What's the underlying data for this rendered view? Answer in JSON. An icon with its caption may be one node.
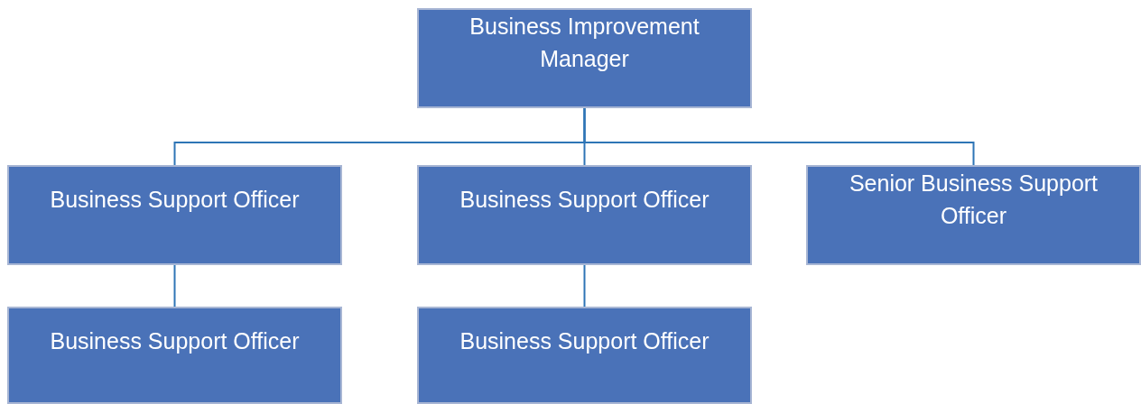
{
  "diagram": {
    "nodes": [
      {
        "text": [
          "Business Improvement Manager"
        ]
      },
      {
        "text": [
          "Business Support Officer"
        ]
      },
      {
        "text": [
          "Business Support Officer"
        ]
      },
      {
        "text": [
          "Senior Business Support Officer"
        ]
      },
      {
        "text": [
          "Business Support Officer"
        ]
      },
      {
        "text": [
          "Business Support Officer"
        ]
      }
    ],
    "edges": [
      {
        "from": 0,
        "to": 1,
        "arrow": "none"
      },
      {
        "from": 0,
        "to": 2,
        "arrow": "none"
      },
      {
        "from": 0,
        "to": 3,
        "arrow": "none"
      },
      {
        "from": 1,
        "to": 4,
        "arrow": "none"
      },
      {
        "from": 2,
        "to": 5,
        "arrow": "none"
      }
    ]
  }
}
